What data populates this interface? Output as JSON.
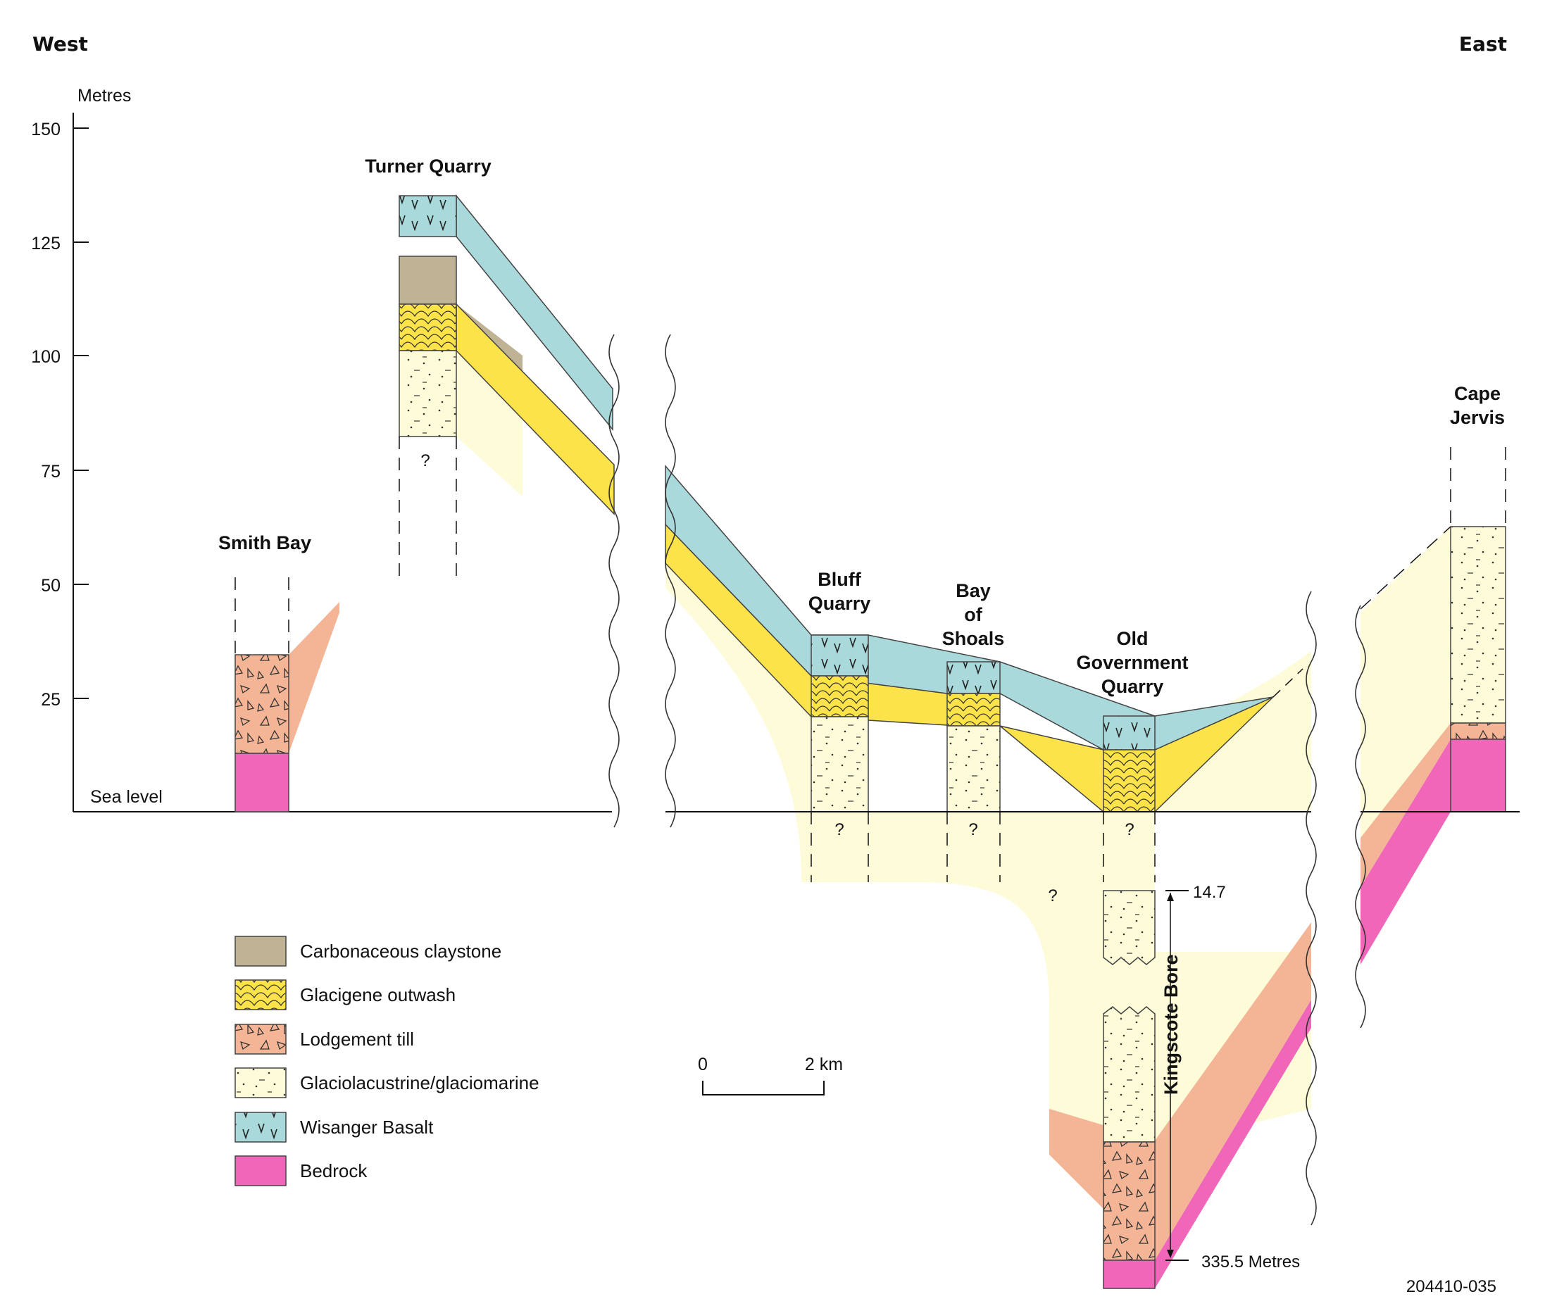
{
  "directions": {
    "west": "West",
    "east": "East"
  },
  "axis": {
    "unit": "Metres",
    "ticks": [
      "150",
      "125",
      "100",
      "75",
      "50",
      "25"
    ],
    "sea_level": "Sea level"
  },
  "columns": {
    "smith_bay": "Smith Bay",
    "turner_quarry": "Turner Quarry",
    "bluff_quarry": [
      "Bluff",
      "Quarry"
    ],
    "bay_of_shoals": [
      "Bay",
      "of",
      "Shoals"
    ],
    "old_government_quarry": [
      "Old",
      "Government",
      "Quarry"
    ],
    "cape_jervis": [
      "Cape",
      "Jervis"
    ],
    "kingscote_bore": "Kingscote Bore"
  },
  "annotations": {
    "question": "?",
    "depth_top": "14.7",
    "depth_bottom": "335.5 Metres"
  },
  "scale_bar": {
    "start": "0",
    "end": "2 km"
  },
  "legend": [
    {
      "label": "Carbonaceous claystone",
      "color": "#c0b294"
    },
    {
      "label": "Glacigene outwash",
      "color": "#fde34a"
    },
    {
      "label": "Lodgement till",
      "color": "#f3b596"
    },
    {
      "label": "Glaciolacustrine/glaciomarine",
      "color": "#fefbd9"
    },
    {
      "label": "Wisanger Basalt",
      "color": "#a9d9db"
    },
    {
      "label": "Bedrock",
      "color": "#f067b9"
    }
  ],
  "figure_id": "204410-035"
}
